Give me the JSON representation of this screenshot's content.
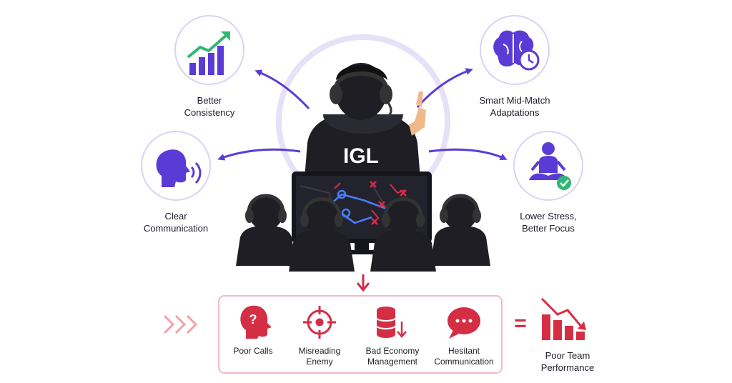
{
  "center": {
    "role_label": "IGL"
  },
  "benefits": [
    {
      "line1": "Better",
      "line2": "Consistency",
      "icon": "growth-chart-icon"
    },
    {
      "line1": "Smart Mid-Match",
      "line2": "Adaptations",
      "icon": "brain-clock-icon"
    },
    {
      "line1": "Clear",
      "line2": "Communication",
      "icon": "speaking-head-icon"
    },
    {
      "line1": "Lower Stress,",
      "line2": "Better Focus",
      "icon": "meditation-icon"
    }
  ],
  "pitfalls": [
    {
      "line1": "Poor Calls",
      "line2": "",
      "icon": "question-head-icon"
    },
    {
      "line1": "Misreading",
      "line2": "Enemy",
      "icon": "crosshair-icon"
    },
    {
      "line1": "Bad Economy",
      "line2": "Management",
      "icon": "coin-stack-down-icon"
    },
    {
      "line1": "Hesitant",
      "line2": "Communication",
      "icon": "chat-bubble-icon"
    }
  ],
  "result": {
    "equals": "=",
    "line1": "Poor Team",
    "line2": "Performance",
    "icon": "declining-bars-icon"
  },
  "colors": {
    "purple": "#5b3bd6",
    "red": "#d42e45",
    "light_purple": "#d9d2f5",
    "light_red": "#f3b9c1",
    "dark": "#1e1e24"
  }
}
